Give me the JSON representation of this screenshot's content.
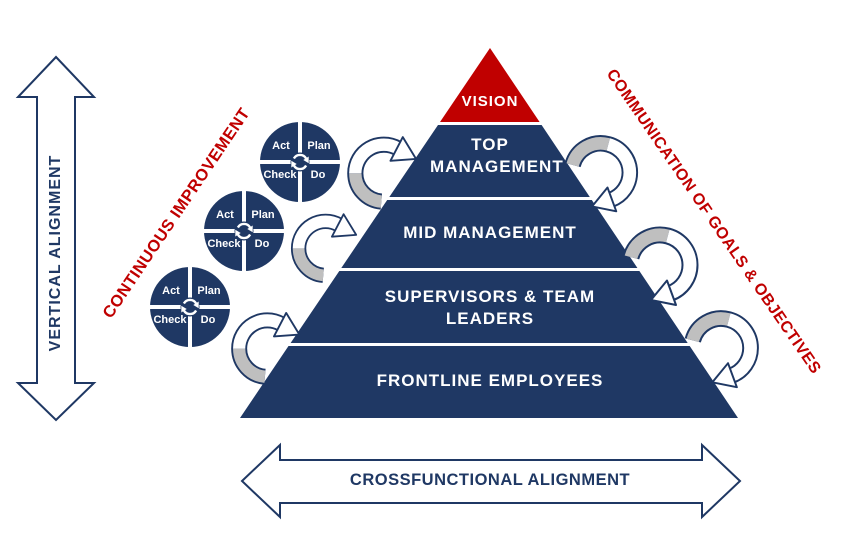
{
  "vertical_axis": {
    "label": "VERTICAL ALIGNMENT"
  },
  "horizontal_axis": {
    "label": "CROSSFUNCTIONAL ALIGNMENT"
  },
  "annotations": {
    "continuous_improvement": "CONTINUOUS IMPROVEMENT",
    "communication": "COMMUNICATION OF GOALS & OBJECTIVES"
  },
  "pyramid": {
    "levels": [
      {
        "label": "VISION",
        "color": "#c00000"
      },
      {
        "label": "TOP MANAGEMENT",
        "color": "#1f3864"
      },
      {
        "label": "MID MANAGEMENT",
        "color": "#1f3864"
      },
      {
        "label": "SUPERVISORS & TEAM LEADERS",
        "color": "#1f3864"
      },
      {
        "label": "FRONTLINE EMPLOYEES",
        "color": "#1f3864"
      }
    ]
  },
  "pdca_cycle": {
    "act": "Act",
    "plan": "Plan",
    "check": "Check",
    "do": "Do"
  },
  "colors": {
    "navy": "#1f3864",
    "red": "#c00000",
    "gray": "#bfbfbf",
    "white": "#ffffff"
  }
}
